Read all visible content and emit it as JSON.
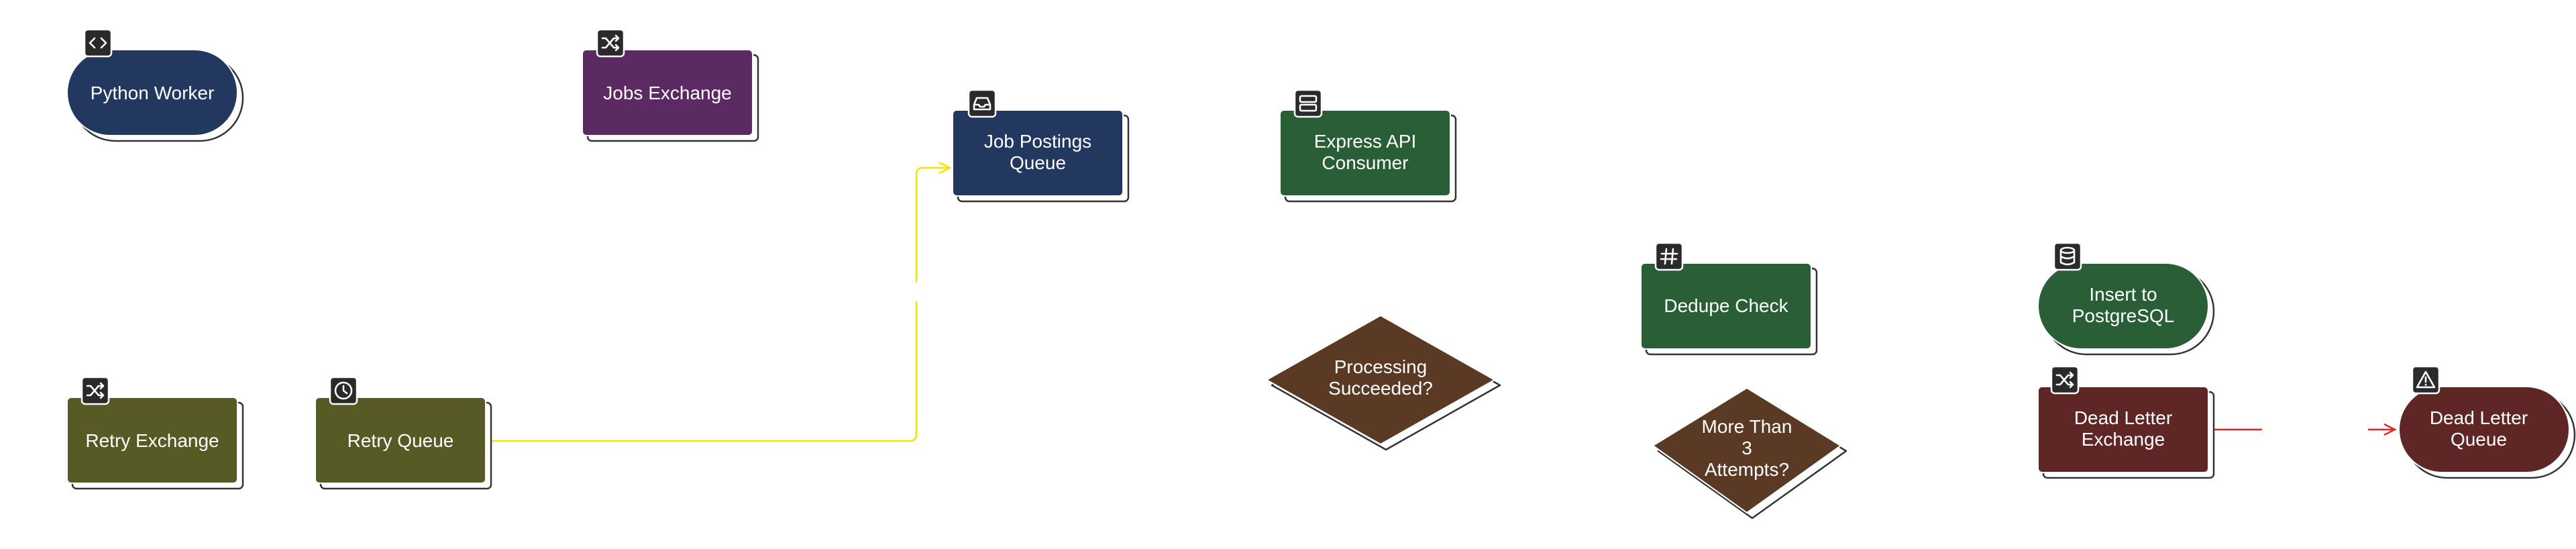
{
  "nodes": {
    "python_worker": {
      "label": [
        "Python Worker"
      ],
      "color": "#22385f",
      "icon": "code-icon"
    },
    "jobs_exchange": {
      "label": [
        "Jobs Exchange"
      ],
      "color": "#5c2a62",
      "icon": "shuffle-icon"
    },
    "job_postings_queue": {
      "label": [
        "Job Postings",
        "Queue"
      ],
      "color": "#22385f",
      "icon": "inbox-icon"
    },
    "express_api_consumer": {
      "label": [
        "Express API",
        "Consumer"
      ],
      "color": "#2a5e36",
      "icon": "server-icon"
    },
    "dedupe_check": {
      "label": [
        "Dedupe Check"
      ],
      "color": "#2a5e36",
      "icon": "hash-icon"
    },
    "insert_postgresql": {
      "label": [
        "Insert to",
        "PostgreSQL"
      ],
      "color": "#2a5e36",
      "icon": "database-icon"
    },
    "processing_succeeded": {
      "label": [
        "Processing",
        "Succeeded?"
      ],
      "color": "#5a3a24"
    },
    "more_than_3_attempts": {
      "label": [
        "More Than",
        "3",
        "Attempts?"
      ],
      "color": "#5a3a24"
    },
    "retry_exchange": {
      "label": [
        "Retry Exchange"
      ],
      "color": "#575a25",
      "icon": "shuffle-icon"
    },
    "retry_queue": {
      "label": [
        "Retry Queue"
      ],
      "color": "#575a25",
      "icon": "clock-icon"
    },
    "dead_letter_exchange": {
      "label": [
        "Dead Letter",
        "Exchange"
      ],
      "color": "#5e2726",
      "icon": "shuffle-icon"
    },
    "dead_letter_queue": {
      "label": [
        "Dead Letter",
        "Queue"
      ],
      "color": "#5e2726",
      "icon": "alert-triangle-icon"
    }
  },
  "edges": {
    "retry_to_postings": {
      "color": "#f2e600"
    },
    "dlx_to_dlq": {
      "color": "#e0262a"
    }
  }
}
